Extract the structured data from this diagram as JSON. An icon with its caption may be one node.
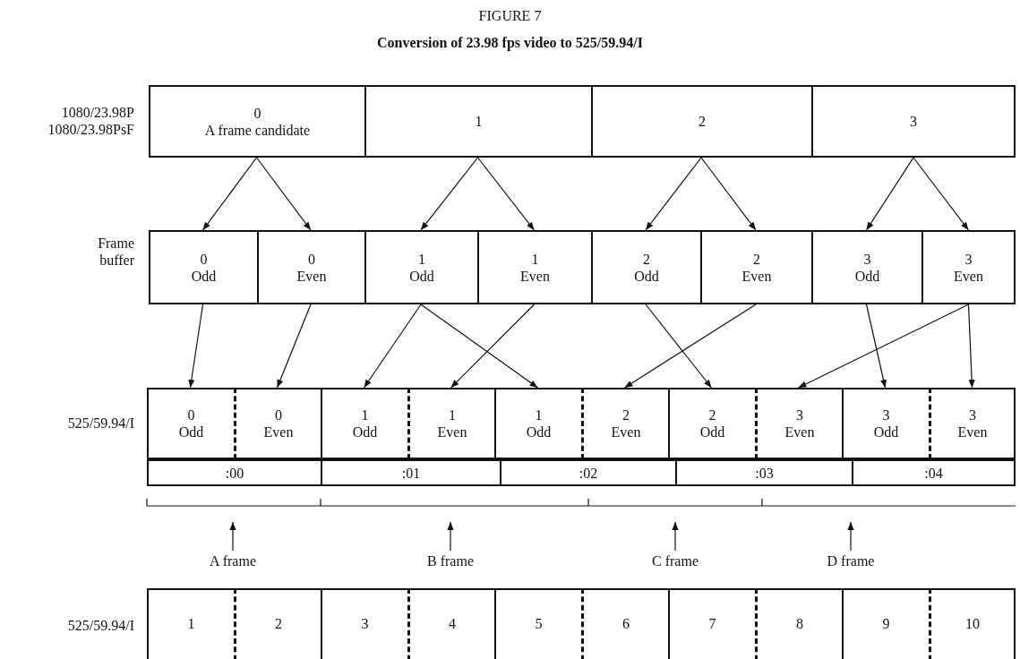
{
  "diagram": {
    "title": "Conversion of 23.98 fps video to 525/59.94/I",
    "nodes": [
      {
        "text": [
          "0",
          "A frame candidate"
        ]
      },
      {
        "text": [
          "1"
        ]
      },
      {
        "text": [
          "2"
        ]
      },
      {
        "text": [
          "3"
        ]
      },
      {
        "text": [
          "0",
          "Odd"
        ]
      },
      {
        "text": [
          "0",
          "Even"
        ]
      },
      {
        "text": [
          "1",
          "Odd"
        ]
      },
      {
        "text": [
          "1",
          "Even"
        ]
      },
      {
        "text": [
          "2",
          "Odd"
        ]
      },
      {
        "text": [
          "2",
          "Even"
        ]
      },
      {
        "text": [
          "3",
          "Odd"
        ]
      },
      {
        "text": [
          "3",
          "Even"
        ]
      },
      {
        "text": [
          "0",
          "Odd"
        ]
      },
      {
        "text": [
          "0",
          "Even"
        ]
      },
      {
        "text": [
          "1",
          "Odd"
        ]
      },
      {
        "text": [
          "1",
          "Even"
        ]
      },
      {
        "text": [
          "1",
          "Odd"
        ]
      },
      {
        "text": [
          "2",
          "Even"
        ]
      },
      {
        "text": [
          "2",
          "Odd"
        ]
      },
      {
        "text": [
          "3",
          "Even"
        ]
      },
      {
        "text": [
          "3",
          "Odd"
        ]
      },
      {
        "text": [
          "3",
          "Even"
        ]
      },
      {
        "text": [
          ":00"
        ]
      },
      {
        "text": [
          ":01"
        ]
      },
      {
        "text": [
          ":02"
        ]
      },
      {
        "text": [
          ":03"
        ]
      },
      {
        "text": [
          ":04"
        ]
      },
      {
        "text": [
          "A frame"
        ]
      },
      {
        "text": [
          "B frame"
        ]
      },
      {
        "text": [
          "C frame"
        ]
      },
      {
        "text": [
          "D frame"
        ]
      },
      {
        "text": [
          "1"
        ]
      },
      {
        "text": [
          "2"
        ]
      },
      {
        "text": [
          "3"
        ]
      },
      {
        "text": [
          "4"
        ]
      },
      {
        "text": [
          "5"
        ]
      },
      {
        "text": [
          "6"
        ]
      },
      {
        "text": [
          "7"
        ]
      },
      {
        "text": [
          "8"
        ]
      },
      {
        "text": [
          "9"
        ]
      },
      {
        "text": [
          "10"
        ]
      }
    ],
    "edges": [
      {
        "from": 0,
        "to": 4,
        "arrow": "to"
      },
      {
        "from": 0,
        "to": 5,
        "arrow": "to"
      },
      {
        "from": 1,
        "to": 6,
        "arrow": "to"
      },
      {
        "from": 1,
        "to": 7,
        "arrow": "to"
      },
      {
        "from": 2,
        "to": 8,
        "arrow": "to"
      },
      {
        "from": 2,
        "to": 9,
        "arrow": "to"
      },
      {
        "from": 3,
        "to": 10,
        "arrow": "to"
      },
      {
        "from": 3,
        "to": 11,
        "arrow": "to"
      },
      {
        "from": 4,
        "to": 12,
        "arrow": "to"
      },
      {
        "from": 5,
        "to": 13,
        "arrow": "to"
      },
      {
        "from": 6,
        "to": 14,
        "arrow": "to"
      },
      {
        "from": 6,
        "to": 16,
        "arrow": "to"
      },
      {
        "from": 7,
        "to": 15,
        "arrow": "to"
      },
      {
        "from": 8,
        "to": 18,
        "arrow": "to"
      },
      {
        "from": 9,
        "to": 17,
        "arrow": "to"
      },
      {
        "from": 10,
        "to": 20,
        "arrow": "to"
      },
      {
        "from": 11,
        "to": 19,
        "arrow": "to"
      },
      {
        "from": 11,
        "to": 21,
        "arrow": "to"
      },
      {
        "from": 27,
        "to": null,
        "arrow": "to"
      },
      {
        "from": 28,
        "to": null,
        "arrow": "to"
      },
      {
        "from": 29,
        "to": null,
        "arrow": "to"
      },
      {
        "from": 30,
        "to": null,
        "arrow": "to"
      }
    ],
    "labels": [
      "FIGURE 7",
      "1080/23.98P",
      "1080/23.98PsF",
      "Frame buffer",
      "525/59.94/I",
      "525/59.94/I"
    ]
  }
}
